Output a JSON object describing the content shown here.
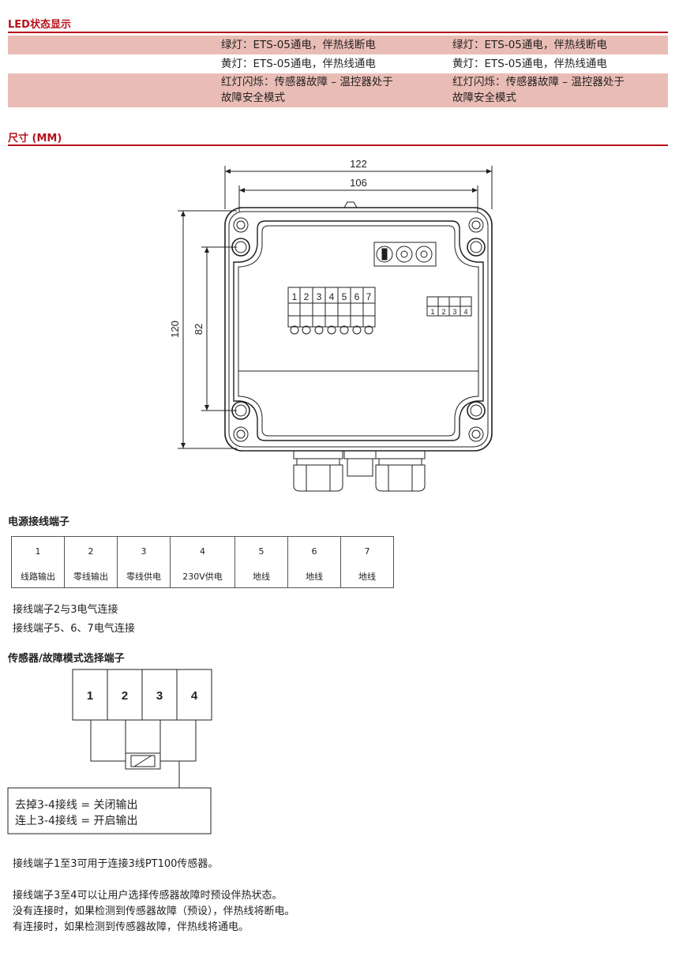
{
  "led_section": {
    "title": "LED状态显示",
    "rows": [
      {
        "col1": "绿灯：ETS-05通电，伴热线断电",
        "col2": "绿灯：ETS-05通电，伴热线断电"
      },
      {
        "col1": "黄灯：ETS-05通电，伴热线通电",
        "col2": "黄灯：ETS-05通电，伴热线通电"
      },
      {
        "col1_line1": "红灯闪烁：传感器故障 – 温控器处于",
        "col1_line2": "故障安全模式",
        "col2_line1": "红灯闪烁：传感器故障 – 温控器处于",
        "col2_line2": "故障安全模式"
      }
    ]
  },
  "dimension_section": {
    "title": "尺寸 (MM)",
    "width_outer": "122",
    "width_inner": "106",
    "height_outer": "120",
    "height_inner": "82",
    "terminal_numbers": [
      "1",
      "2",
      "3",
      "4",
      "5",
      "6",
      "7"
    ],
    "small_terminal_numbers": [
      "1",
      "2",
      "3",
      "4"
    ]
  },
  "power_section": {
    "title": "电源接线端子",
    "terminals": [
      {
        "num": "1",
        "label": "线路输出"
      },
      {
        "num": "2",
        "label": "零线输出"
      },
      {
        "num": "3",
        "label": "零线供电"
      },
      {
        "num": "4",
        "label": "230V供电"
      },
      {
        "num": "5",
        "label": "地线"
      },
      {
        "num": "6",
        "label": "地线"
      },
      {
        "num": "7",
        "label": "地线"
      }
    ],
    "notes": [
      "接线端子2与3电气连接",
      "接线端子5、6、7电气连接"
    ]
  },
  "sensor_section": {
    "title": "传感器/故障模式选择端子",
    "terminals": [
      "1",
      "2",
      "3",
      "4"
    ],
    "box_line1": "去掉3-4接线 = 关闭输出",
    "box_line2": "连上3-4接线 = 开启输出",
    "note1": "接线端子1至3可用于连接3线PT100传感器。",
    "note2_line1": "接线端子3至4可以让用户选择传感器故障时预设伴热状态。",
    "note2_line2": "没有连接时，如果检测到传感器故障（预设），伴热线将断电。",
    "note2_line3": "有连接时，如果检测到传感器故障，伴热线将通电。"
  }
}
